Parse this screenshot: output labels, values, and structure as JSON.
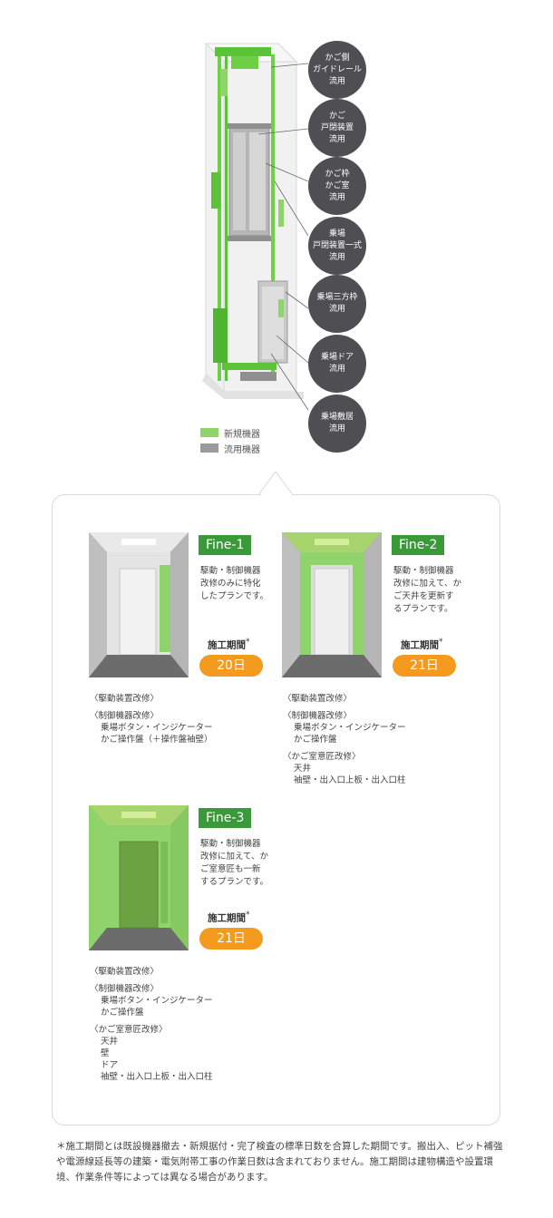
{
  "callouts": [
    "かご側\nガイドレール\n流用",
    "かご\n戸閉装置\n流用",
    "かご枠\nかご室\n流用",
    "乗場\n戸閉装置一式\n流用",
    "乗場三方枠\n流用",
    "乗場ドア\n流用",
    "乗場敷居\n流用"
  ],
  "legend": {
    "new_label": "新規機器",
    "reused_label": "流用機器",
    "new_color": "#8fd36b",
    "reused_color": "#9a9a9a"
  },
  "plans": [
    {
      "name": "Fine-1",
      "description": "駆動・制御機器\n改修のみに特化\nしたプランです。",
      "period_label": "施工期間",
      "asterisk": "*",
      "days": "20日",
      "items": [
        {
          "heading": "〈駆動装置改修〉",
          "sub": []
        },
        {
          "heading": "〈制御機器改修〉",
          "sub": [
            "乗場ボタン・インジケーター",
            "かご操作盤（＋操作盤袖壁）"
          ]
        }
      ]
    },
    {
      "name": "Fine-2",
      "description": "駆動・制御機器\n改修に加えて、か\nご天井を更新す\nるプランです。",
      "period_label": "施工期間",
      "asterisk": "*",
      "days": "21日",
      "items": [
        {
          "heading": "〈駆動装置改修〉",
          "sub": []
        },
        {
          "heading": "〈制御機器改修〉",
          "sub": [
            "乗場ボタン・インジケーター",
            "かご操作盤"
          ]
        },
        {
          "heading": "〈かご室意匠改修〉",
          "sub": [
            "天井",
            "袖壁・出入口上板・出入口柱"
          ]
        }
      ]
    },
    {
      "name": "Fine-3",
      "description": "駆動・制御機器\n改修に加えて、か\nご室意匠も一新\nするプランです。",
      "period_label": "施工期間",
      "asterisk": "*",
      "days": "21日",
      "items": [
        {
          "heading": "〈駆動装置改修〉",
          "sub": []
        },
        {
          "heading": "〈制御機器改修〉",
          "sub": [
            "乗場ボタン・インジケーター",
            "かご操作盤"
          ]
        },
        {
          "heading": "〈かご室意匠改修〉",
          "sub": [
            "天井",
            "壁",
            "ドア",
            "袖壁・出入口上板・出入口柱"
          ]
        }
      ]
    }
  ],
  "footnote": "＊施工期間とは既設機器撤去・新規据付・完了検査の標準日数を合算した期間です。搬出入、ピット補強や電源線延長等の建築・電気附帯工事の作業日数は含まれておりません。施工期間は建物構造や設置環境、作業条件等によっては異なる場合があります。",
  "colors": {
    "callout_bg": "#4e4e53",
    "tag_green": "#3a9a3a",
    "days_orange": "#f39a1f"
  }
}
